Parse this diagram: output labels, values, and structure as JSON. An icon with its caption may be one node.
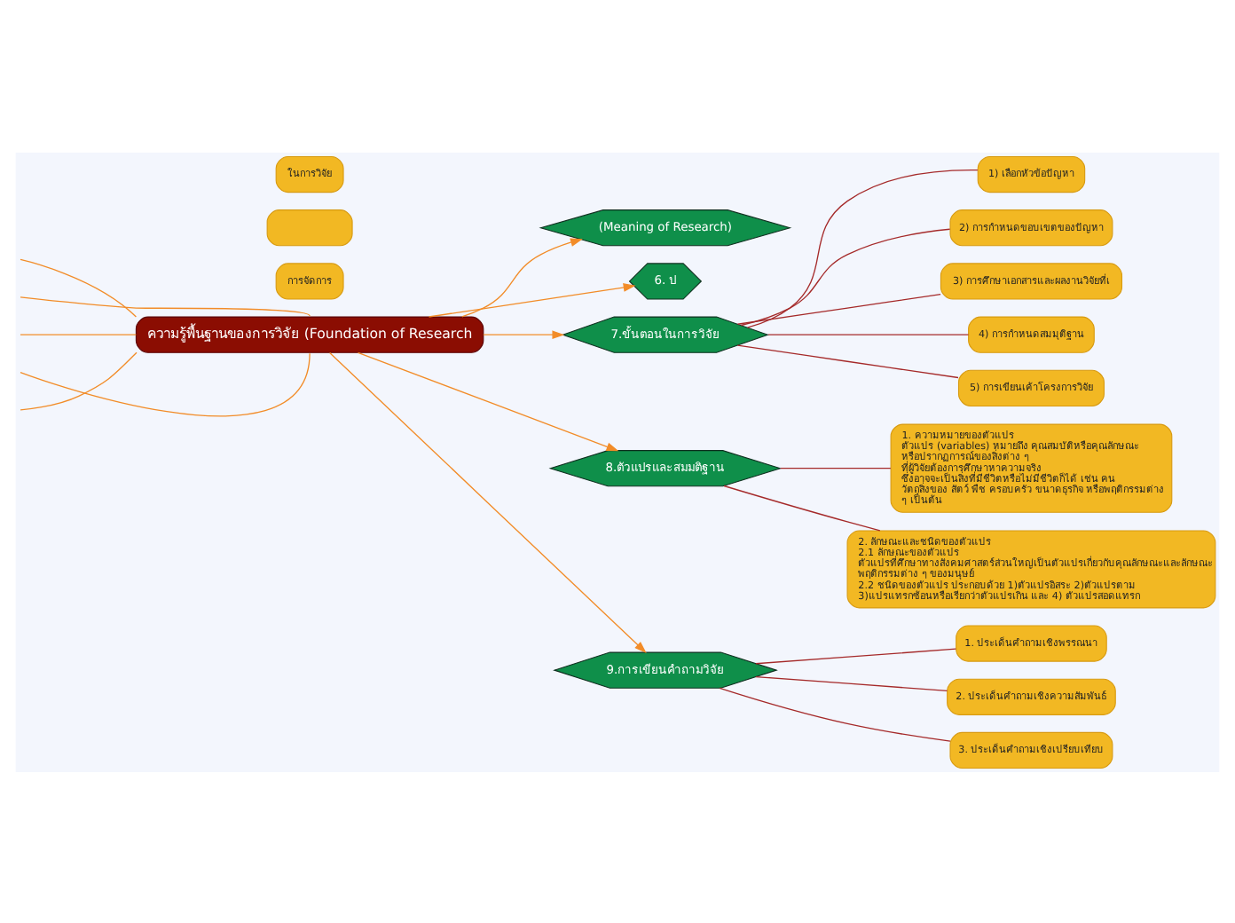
{
  "diagram": {
    "nodes": [
      {
        "text": [
          "ความรู้พื้นฐานของการวิจัย (Foundation of Research"
        ]
      },
      {
        "text": [
          "(Meaning of Research)"
        ]
      },
      {
        "text": [
          "6. ป"
        ]
      },
      {
        "text": [
          "7.ขั้นตอนในการวิจัย"
        ]
      },
      {
        "text": [
          "1) เลือกหัวข้อปัญหา"
        ]
      },
      {
        "text": [
          "2) การกำหนดขอบเขตของปัญหา"
        ]
      },
      {
        "text": [
          "3) การศึกษาเอกสารและผลงานวิจัยที่เ"
        ]
      },
      {
        "text": [
          "4) การกำหนดสมมุติฐาน"
        ]
      },
      {
        "text": [
          "5) การเขียนเค้าโครงการวิจัย"
        ]
      },
      {
        "text": [
          "8.ตัวแปรและสมมติฐาน"
        ]
      },
      {
        "text": [
          "1. ความหมายของตัวแปร",
          "ตัวแปร (variables) หมายถึง คุณสมบัติหรือคุณลักษณะ หรือปรากฏการณ์ของสิ่งต่าง ๆ ที่ผู้วิจัยต้องการศึกษาหาความจริง ซึ่งอาจจะเป็นสิ่งที่มีชีวิตหรือไม่มีชีวิตก็ได้ เช่น คน วัตถุสิ่งของ สัตว์ พืช ครอบครัว ขนาดธุรกิจ หรือพฤติกรรมต่าง ๆ เป็นต้น"
        ]
      },
      {
        "text": [
          "2. ลักษณะและชนิดของตัวแปร",
          "2.1 ลักษณะของตัวแปร ตัวแปรที่ศึกษาทางสังคมศาสตร์ส่วนใหญ่เป็นตัวแปรเกี่ยวกับคุณลักษณะและลักษณะ พฤติกรรมต่าง ๆ ของมนุษย์",
          "2.2 ชนิดของตัวแปร ประกอบด้วย 1)ตัวแปรอิสระ 2)ตัวแปรตาม 3)แปรแทรกซ้อนหรือเรียกว่าตัวแปรเกิน และ 4) ตัวแปรสอดแทรก"
        ]
      },
      {
        "text": [
          "9.การเขียนคำถามวิจัย"
        ]
      },
      {
        "text": [
          "1. ประเด็นคำถามเชิงพรรณนา"
        ]
      },
      {
        "text": [
          "2. ประเด็นคำถามเชิงความสัมพันธ์"
        ]
      },
      {
        "text": [
          "3. ประเด็นคำถามเชิงเปรียบเทียบ"
        ]
      },
      {
        "text": [
          "การจัดการ"
        ]
      },
      {
        "text": [],
        "shape": "box"
      },
      {
        "text": [
          "ในการวิจัย"
        ]
      }
    ],
    "edges": [
      {
        "from": 0,
        "to": 1,
        "arrow": "to",
        "color": "#f28c28"
      },
      {
        "from": 0,
        "to": 2,
        "arrow": "to",
        "color": "#f28c28"
      },
      {
        "from": 0,
        "to": 3,
        "arrow": "to",
        "color": "#f28c28"
      },
      {
        "from": 0,
        "to": 9,
        "arrow": "to",
        "color": "#f28c28"
      },
      {
        "from": 0,
        "to": 12,
        "arrow": "to",
        "color": "#f28c28"
      },
      {
        "from": 0,
        "to": null,
        "arrow": "none",
        "color": "#f28c28"
      },
      {
        "from": 0,
        "to": null,
        "arrow": "none",
        "color": "#f28c28"
      },
      {
        "from": 0,
        "to": null,
        "arrow": "none",
        "color": "#f28c28"
      },
      {
        "from": 0,
        "to": null,
        "arrow": "none",
        "color": "#f28c28"
      },
      {
        "from": 0,
        "to": null,
        "arrow": "none",
        "color": "#f28c28"
      },
      {
        "from": 3,
        "to": 4,
        "arrow": "none",
        "color": "#a52a2a"
      },
      {
        "from": 3,
        "to": 5,
        "arrow": "none",
        "color": "#a52a2a"
      },
      {
        "from": 3,
        "to": 6,
        "arrow": "none",
        "color": "#a52a2a"
      },
      {
        "from": 3,
        "to": 7,
        "arrow": "none",
        "color": "#a52a2a"
      },
      {
        "from": 3,
        "to": 8,
        "arrow": "none",
        "color": "#a52a2a"
      },
      {
        "from": 9,
        "to": 10,
        "arrow": "none",
        "color": "#a52a2a"
      },
      {
        "from": 9,
        "to": 11,
        "arrow": "none",
        "color": "#a52a2a"
      },
      {
        "from": 12,
        "to": 13,
        "arrow": "none",
        "color": "#a52a2a"
      },
      {
        "from": 12,
        "to": 14,
        "arrow": "none",
        "color": "#a52a2a"
      },
      {
        "from": 12,
        "to": 15,
        "arrow": "none",
        "color": "#a52a2a"
      }
    ]
  }
}
